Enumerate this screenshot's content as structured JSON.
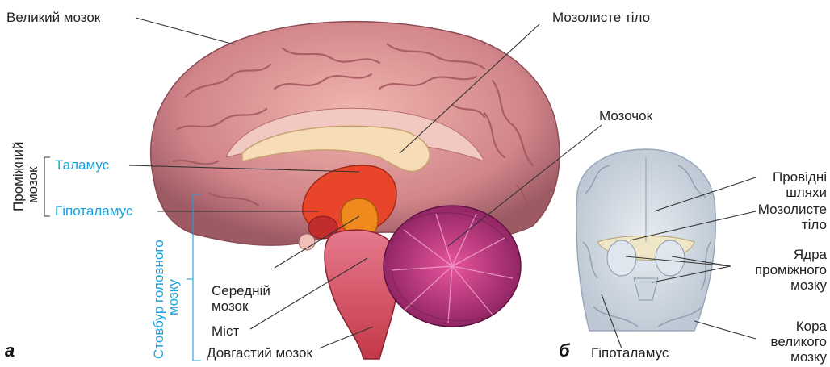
{
  "labels": {
    "cerebrum": "Великий мозок",
    "corpus_callosum_a": "Мозолисте тіло",
    "cerebellum": "Мозочок",
    "diencephalon_line1": "Проміжний",
    "diencephalon_line2": "мозок",
    "thalamus": "Таламус",
    "hypothalamus_a": "Гіпоталамус",
    "brainstem_line1": "Стовбур головного",
    "brainstem_line2": "мозку",
    "midbrain_line1": "Середній",
    "midbrain_line2": "мозок",
    "pons": "Міст",
    "medulla": "Довгастий мозок",
    "pathways_line1": "Провідні",
    "pathways_line2": "шляхи",
    "corpus_callosum_b_line1": "Мозолисте",
    "corpus_callosum_b_line2": "тіло",
    "nuclei_line1": "Ядра",
    "nuclei_line2": "проміжного",
    "nuclei_line3": "мозку",
    "cortex_line1": "Кора",
    "cortex_line2": "великого",
    "cortex_line3": "мозку",
    "hypothalamus_b": "Гіпоталамус"
  },
  "panels": {
    "a": "а",
    "b": "б"
  },
  "colors": {
    "label_text": "#222222",
    "accent_blue": "#1aa3e0",
    "cortex_pink": "#d98a8c",
    "thalamus_red": "#e8452a",
    "midbrain_orange": "#f08a1c",
    "cerebellum_magenta": "#c0307a",
    "section_grey": "#c9d3de"
  }
}
